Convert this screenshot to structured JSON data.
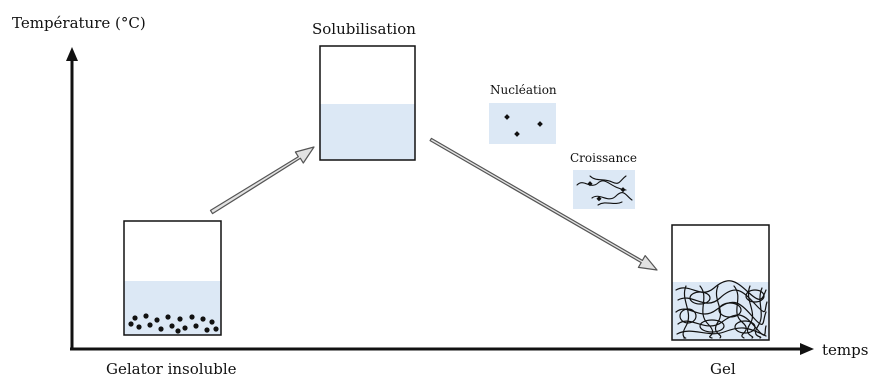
{
  "axes": {
    "y_label": "Température (°C)",
    "x_label": "temps"
  },
  "stages": {
    "insoluble": "Gelator insoluble",
    "solubilisation": "Solubilisation",
    "nucleation": "Nucléation",
    "growth": "Croissance",
    "gel": "Gel"
  },
  "colors": {
    "solution": "#dce8f5",
    "arrow_fill": "#e2e2e2",
    "arrow_stroke": "#555555",
    "ink": "#111111"
  }
}
